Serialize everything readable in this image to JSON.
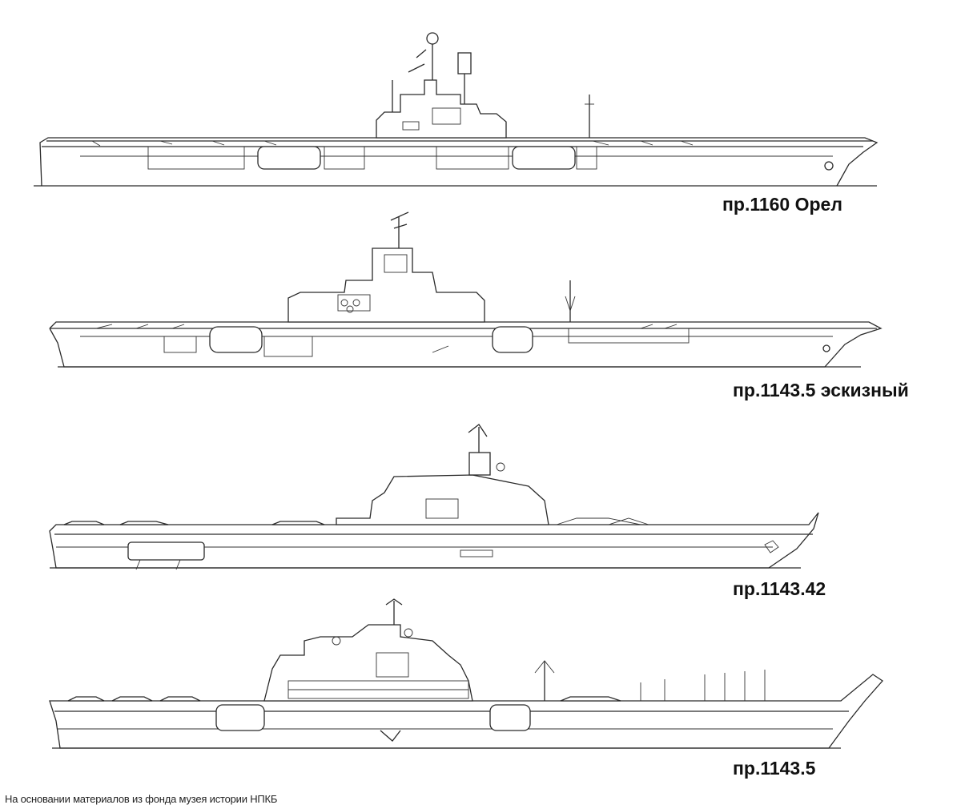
{
  "ships": [
    {
      "id": "1160",
      "caption": "пр.1160 Орел"
    },
    {
      "id": "1143-5-sketch",
      "caption": "пр.1143.5 эскизный"
    },
    {
      "id": "1143-42",
      "caption": "пр.1143.42"
    },
    {
      "id": "1143-5",
      "caption": "пр.1143.5"
    }
  ],
  "source_note": "На основании материалов из фонда музея истории НПКБ",
  "colors": {
    "line": "#2a2a2a",
    "background": "#ffffff",
    "text": "#111111"
  }
}
